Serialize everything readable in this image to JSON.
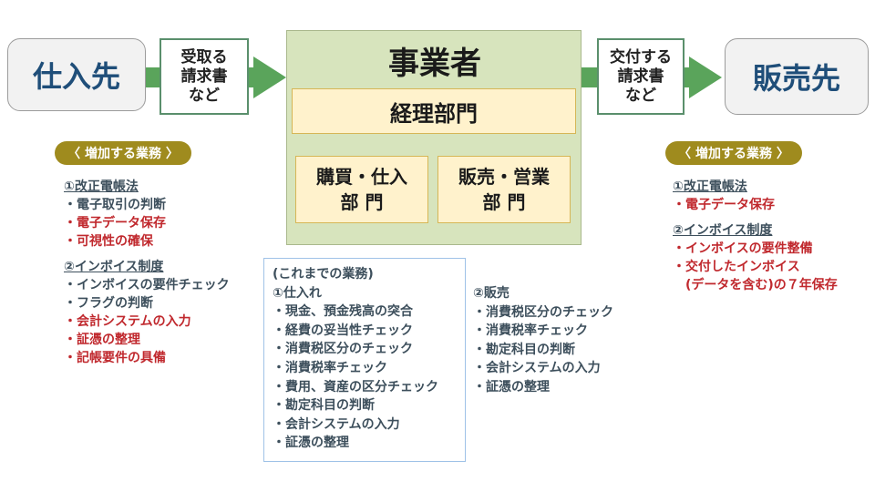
{
  "supplier": {
    "label": "仕入先"
  },
  "customer": {
    "label": "販売先"
  },
  "flow_in": {
    "lines": [
      "受取る",
      "請求書",
      "など"
    ]
  },
  "flow_out": {
    "lines": [
      "交付する",
      "請求書",
      "など"
    ]
  },
  "entity": {
    "title": "事業者",
    "accounting_dept": "経理部門",
    "purchasing_dept": [
      "購買・仕入",
      "部 門"
    ],
    "sales_dept": [
      "販売・営業",
      "部 門"
    ]
  },
  "supplier_side": {
    "pill": "〈 増加する業務 〉",
    "sections": [
      {
        "heading": "①改正電帳法",
        "items": [
          {
            "text": "・電子取引の判断",
            "red": false
          },
          {
            "text": "・電子データ保存",
            "red": true
          },
          {
            "text": "・可視性の確保",
            "red": true
          }
        ]
      },
      {
        "heading": "②インボイス制度",
        "items": [
          {
            "text": "・インボイスの要件チェック",
            "red": false
          },
          {
            "text": "・フラグの判断",
            "red": false
          },
          {
            "text": "・会計システムの入力",
            "red": true
          },
          {
            "text": "・証憑の整理",
            "red": true
          },
          {
            "text": "・記帳要件の具備",
            "red": true
          }
        ]
      }
    ]
  },
  "customer_side": {
    "pill": "〈 増加する業務 〉",
    "sections": [
      {
        "heading": "①改正電帳法",
        "items": [
          {
            "text": "・電子データ保存",
            "red": true
          }
        ]
      },
      {
        "heading": "②インボイス制度",
        "items": [
          {
            "text": "・インボイスの要件整備",
            "red": true
          },
          {
            "text": "・交付したインボイス",
            "red": true
          },
          {
            "text": "　(データを含む)の７年保存",
            "red": true
          }
        ]
      }
    ]
  },
  "current_tasks": {
    "title": "(これまでの業務)",
    "purchasing": {
      "heading": "①仕入れ",
      "items": [
        "・現金、預金残高の突合",
        "・経費の妥当性チェック",
        "・消費税区分のチェック",
        "・消費税率チェック",
        "・費用、資産の区分チェック",
        "・勘定科目の判断",
        "・会計システムの入力",
        "・証憑の整理"
      ]
    },
    "sales": {
      "heading": "②販売",
      "items": [
        "・消費税区分のチェック",
        "・消費税率チェック",
        "・勘定科目の判断",
        "・会計システムの入力",
        "・証憑の整理"
      ]
    }
  }
}
